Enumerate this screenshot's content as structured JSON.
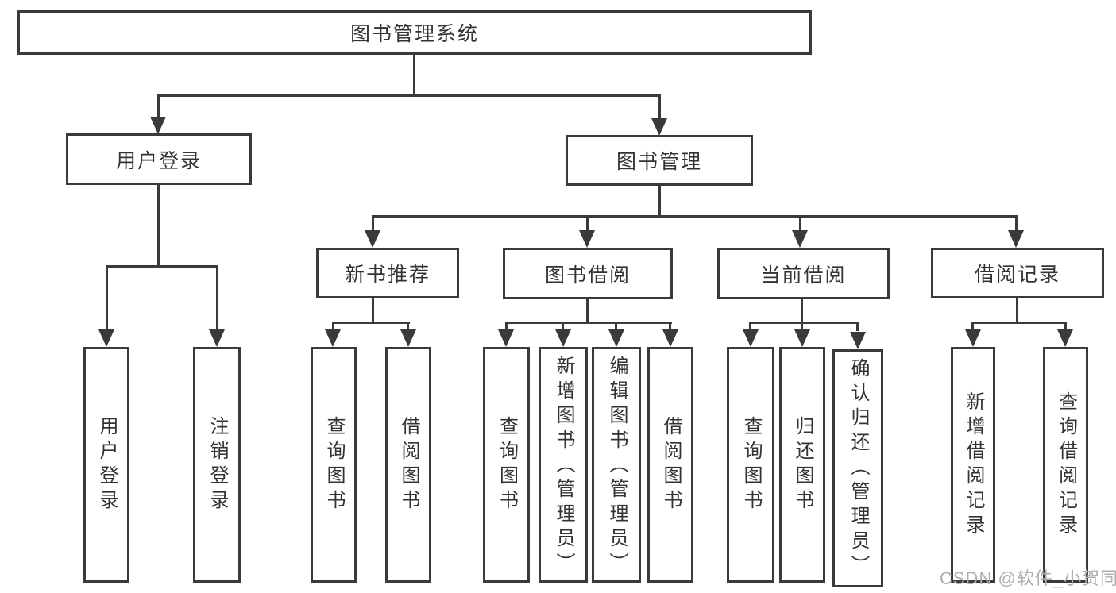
{
  "colors": {
    "line": "#3a3a3a",
    "text": "#333333",
    "watermark": "#b0adad"
  },
  "diagram": {
    "type": "tree",
    "root": {
      "label": "图书管理系统"
    },
    "branches": [
      {
        "id": "user-login",
        "label": "用户登录"
      },
      {
        "id": "book-management",
        "label": "图书管理"
      }
    ],
    "modules": [
      {
        "id": "new-book-recommend",
        "label": "新书推荐",
        "parent": "book-management"
      },
      {
        "id": "book-borrow",
        "label": "图书借阅",
        "parent": "book-management"
      },
      {
        "id": "current-borrow",
        "label": "当前借阅",
        "parent": "book-management"
      },
      {
        "id": "borrow-records",
        "label": "借阅记录",
        "parent": "book-management"
      }
    ],
    "leaves": [
      {
        "id": "user-login-leaf",
        "label": "用户登录",
        "parent": "user-login"
      },
      {
        "id": "logout",
        "label": "注销登录",
        "parent": "user-login"
      },
      {
        "id": "query-books-recommend",
        "label": "查询图书",
        "parent": "new-book-recommend"
      },
      {
        "id": "borrow-books-recommend",
        "label": "借阅图书",
        "parent": "new-book-recommend"
      },
      {
        "id": "query-books-borrow",
        "label": "查询图书",
        "parent": "book-borrow"
      },
      {
        "id": "add-books-admin",
        "label": "新增图书（管理员）",
        "parent": "book-borrow"
      },
      {
        "id": "edit-books-admin",
        "label": "编辑图书（管理员）",
        "parent": "book-borrow"
      },
      {
        "id": "borrow-books",
        "label": "借阅图书",
        "parent": "book-borrow"
      },
      {
        "id": "query-books-current",
        "label": "查询图书",
        "parent": "current-borrow"
      },
      {
        "id": "return-books",
        "label": "归还图书",
        "parent": "current-borrow"
      },
      {
        "id": "confirm-return-admin",
        "label": "确认归还（管理员）",
        "parent": "current-borrow"
      },
      {
        "id": "add-borrow-record",
        "label": "新增借阅记录",
        "parent": "borrow-records"
      },
      {
        "id": "query-borrow-record",
        "label": "查询借阅记录",
        "parent": "borrow-records"
      }
    ]
  },
  "watermark": {
    "text": "CSDN @软件_小贺同学"
  }
}
